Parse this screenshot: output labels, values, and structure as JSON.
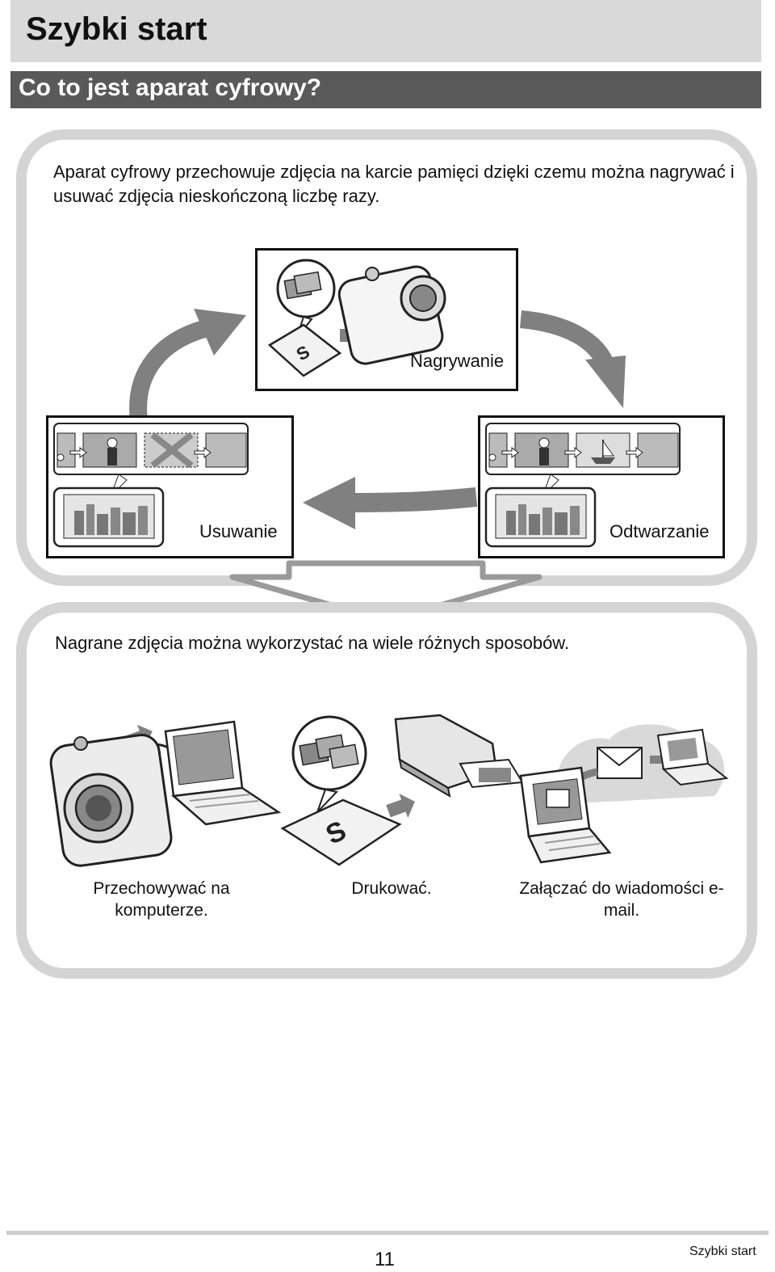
{
  "header": {
    "title": "Szybki start",
    "section": "Co to jest aparat cyfrowy?"
  },
  "intro": {
    "text": "Aparat cyfrowy przechowuje zdjęcia na karcie pamięci dzięki czemu można nagrywać i usuwać zdjęcia nieskończoną liczbę razy."
  },
  "cycle": {
    "record_label": "Nagrywanie",
    "delete_label": "Usuwanie",
    "playback_label": "Odtwarzanie"
  },
  "uses": {
    "text": "Nagrane zdjęcia można wykorzystać na wiele różnych sposobów.",
    "captions": [
      "Przechowywać na komputerze.",
      "Drukować.",
      "Załączać do wiadomości e-mail."
    ]
  },
  "footer": {
    "page_number": "11",
    "section": "Szybki start"
  }
}
